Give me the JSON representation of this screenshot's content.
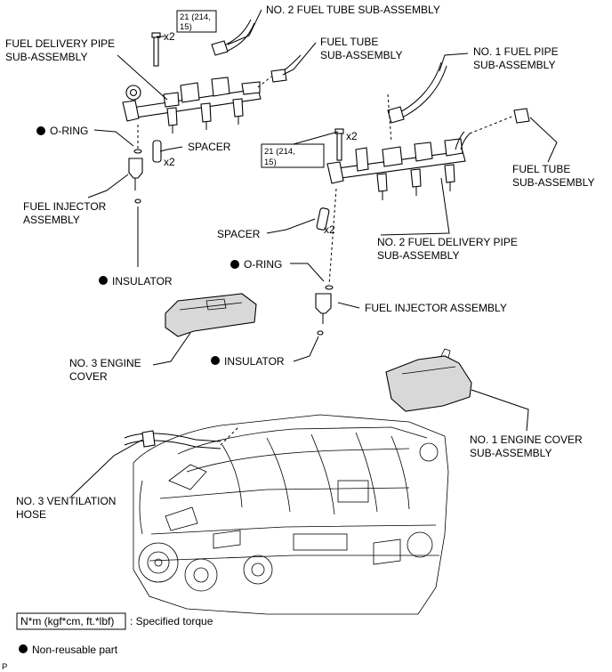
{
  "labels": {
    "no2_fuel_tube": "NO. 2 FUEL TUBE SUB-ASSEMBLY",
    "fuel_delivery_pipe_1": "FUEL DELIVERY PIPE",
    "fuel_delivery_pipe_2": "SUB-ASSEMBLY",
    "fuel_tube_top_1": "FUEL TUBE",
    "fuel_tube_top_2": "SUB-ASSEMBLY",
    "no1_fuel_pipe_1": "NO. 1 FUEL PIPE",
    "no1_fuel_pipe_2": "SUB-ASSEMBLY",
    "oring_left": "O-RING",
    "spacer_left": "SPACER",
    "x2_left_bolt": "x2",
    "x2_left_spacer": "x2",
    "x2_right_bolt": "x2",
    "x2_right_spacer": "x2",
    "fuel_tube_right_1": "FUEL TUBE",
    "fuel_tube_right_2": "SUB-ASSEMBLY",
    "fuel_injector_left_1": "FUEL INJECTOR",
    "fuel_injector_left_2": "ASSEMBLY",
    "spacer_right": "SPACER",
    "no2_fuel_delivery_1": "NO. 2 FUEL DELIVERY PIPE",
    "no2_fuel_delivery_2": "SUB-ASSEMBLY",
    "insulator_left": "INSULATOR",
    "oring_right": "O-RING",
    "fuel_injector_right": "FUEL INJECTOR ASSEMBLY",
    "no3_engine_cover_1": "NO. 3 ENGINE",
    "no3_engine_cover_2": "COVER",
    "insulator_right": "INSULATOR",
    "no1_engine_cover_1": "NO. 1 ENGINE COVER",
    "no1_engine_cover_2": "SUB-ASSEMBLY",
    "no3_vent_hose_1": "NO. 3 VENTILATION",
    "no3_vent_hose_2": "HOSE"
  },
  "torque": {
    "left_1": "21 (214,",
    "left_2": "15)",
    "right_1": "21 (214,",
    "right_2": "15)"
  },
  "legend": {
    "torque_box": "N*m (kgf*cm, ft.*lbf)",
    "torque_desc": ": Specified torque",
    "nonreusable": "Non-reusable part"
  },
  "figure_code": "P"
}
